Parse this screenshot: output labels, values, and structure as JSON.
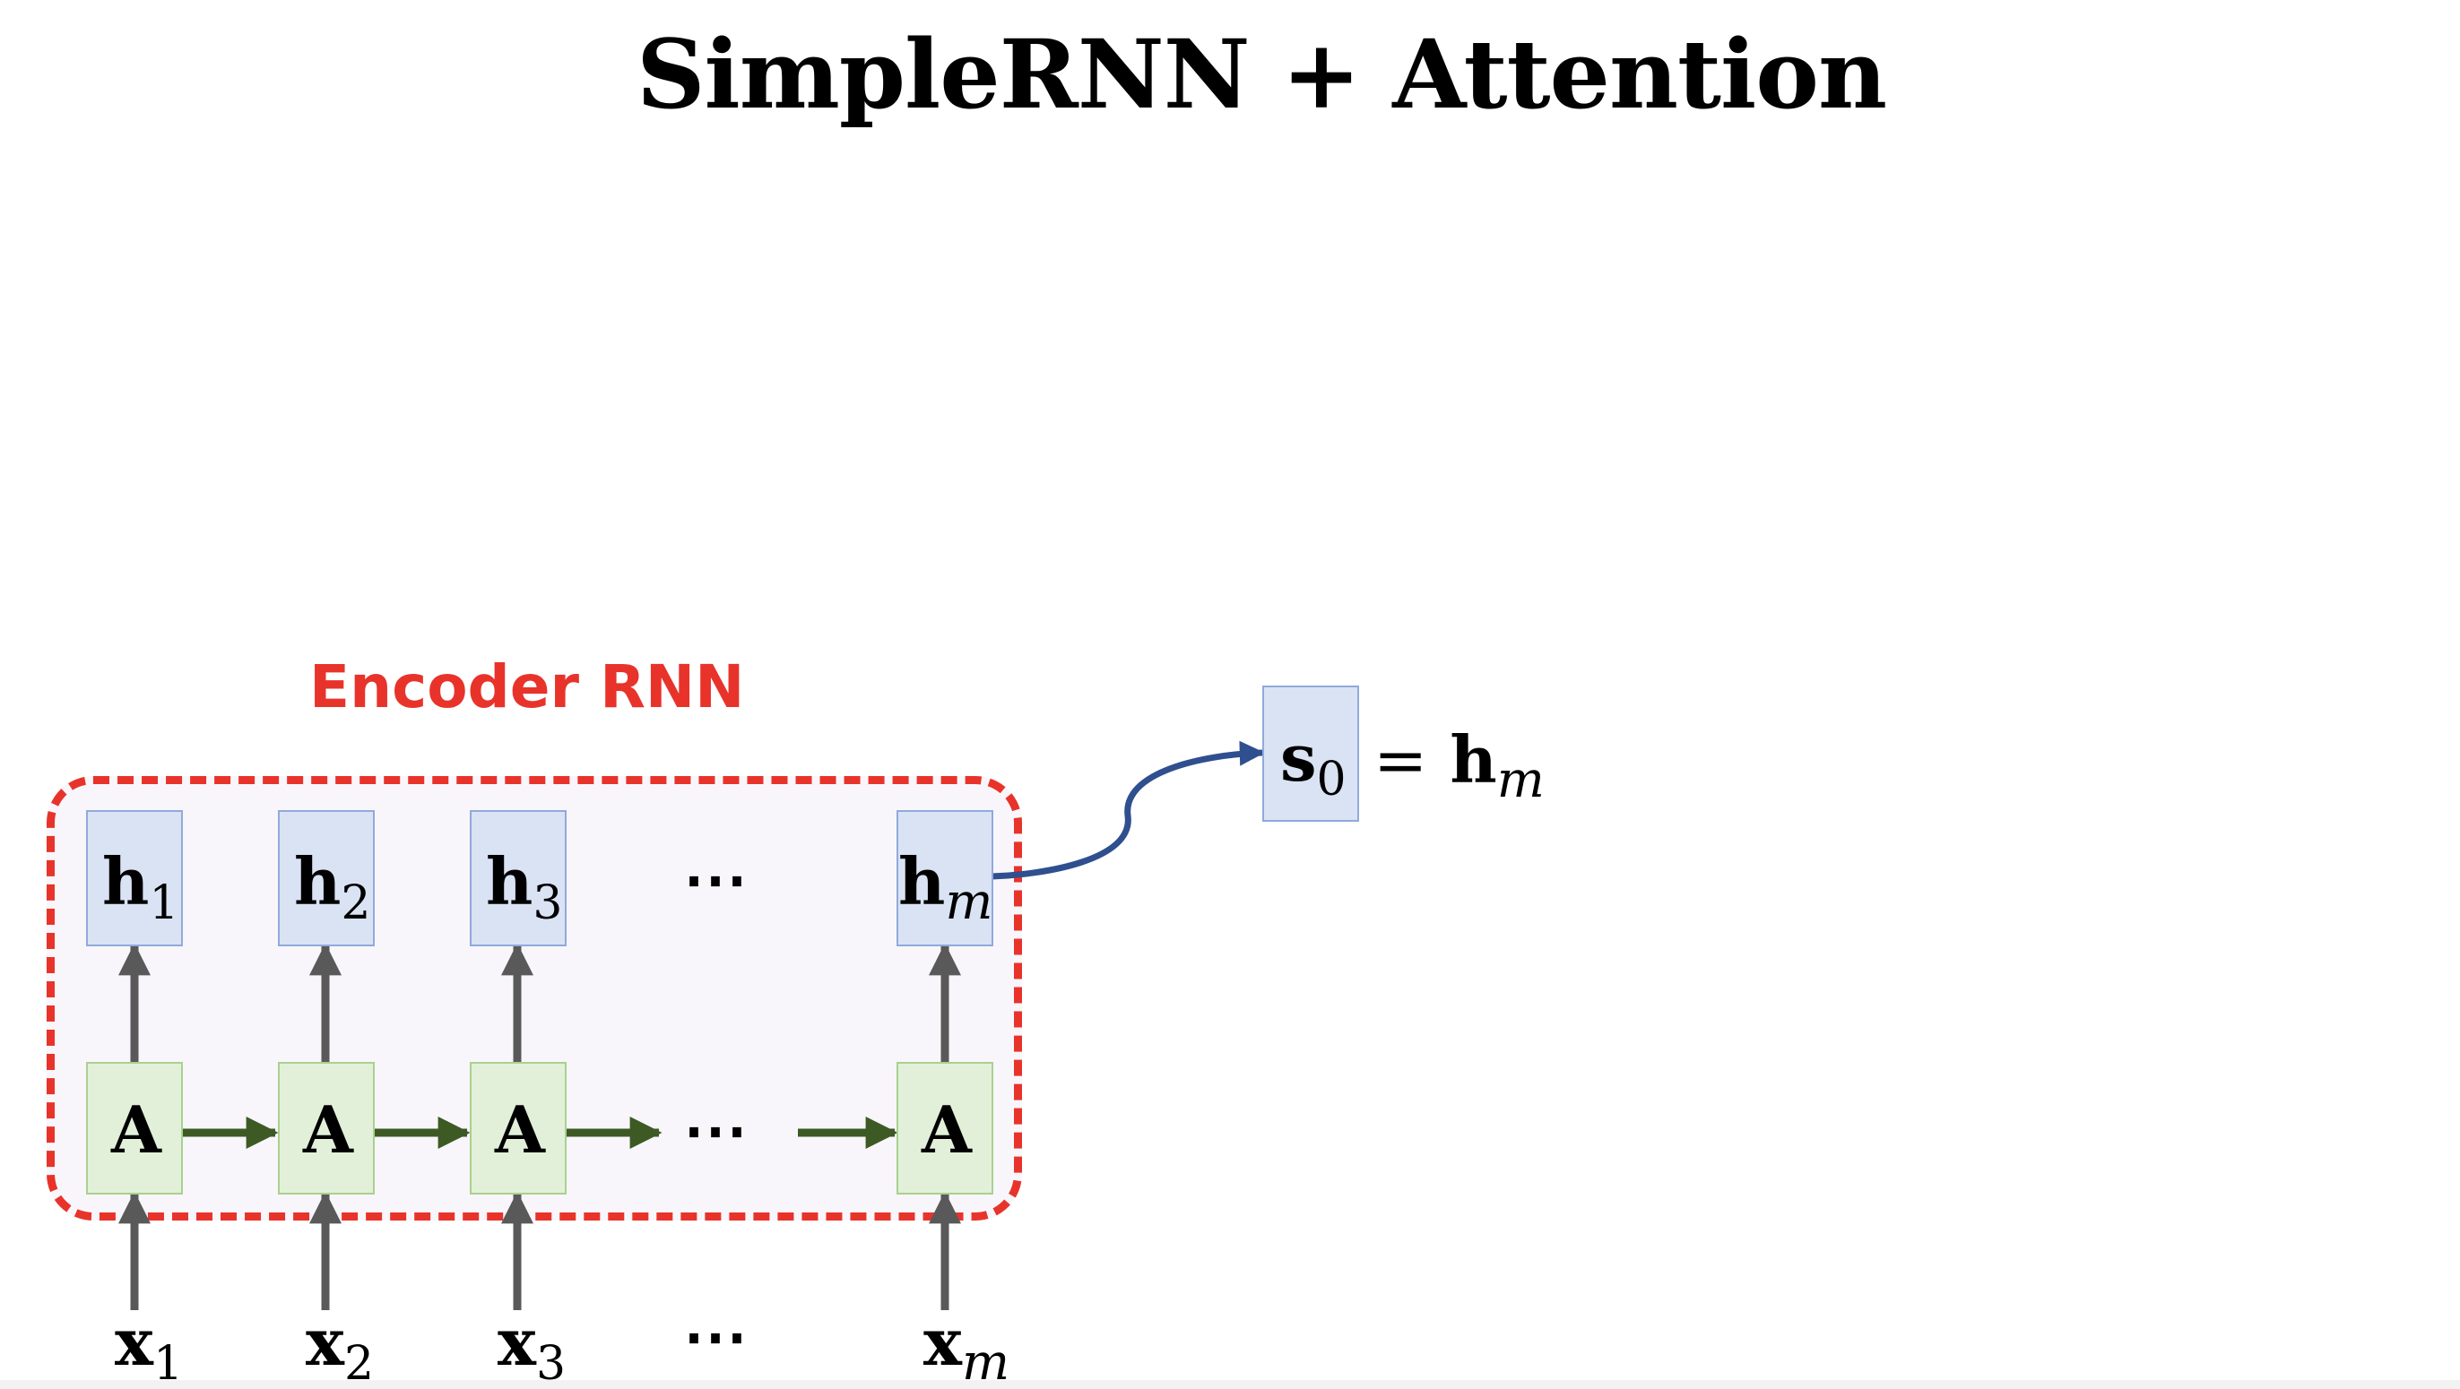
{
  "title": "SimpleRNN + Attention",
  "encoder_label": "Encoder RNN",
  "cell_label": "A",
  "ellipsis": "⋯",
  "hidden_states": [
    {
      "base": "h",
      "sub": "1"
    },
    {
      "base": "h",
      "sub": "2"
    },
    {
      "base": "h",
      "sub": "3"
    },
    {
      "base": "h",
      "sub": "m"
    }
  ],
  "inputs": [
    {
      "base": "x",
      "sub": "1"
    },
    {
      "base": "x",
      "sub": "2"
    },
    {
      "base": "x",
      "sub": "3"
    },
    {
      "base": "x",
      "sub": "m"
    }
  ],
  "decoder_state": {
    "base": "s",
    "sub": "0"
  },
  "equation": {
    "sign": "=",
    "base": "h",
    "sub": "m"
  },
  "colors": {
    "encoder_red": "#e8332b",
    "hidden_fill": "#dae3f3",
    "cell_fill": "#e2f0d9",
    "recurrent_arrow": "#3d5a24",
    "input_arrow": "#595959",
    "state_arrow": "#2f4f8f"
  }
}
